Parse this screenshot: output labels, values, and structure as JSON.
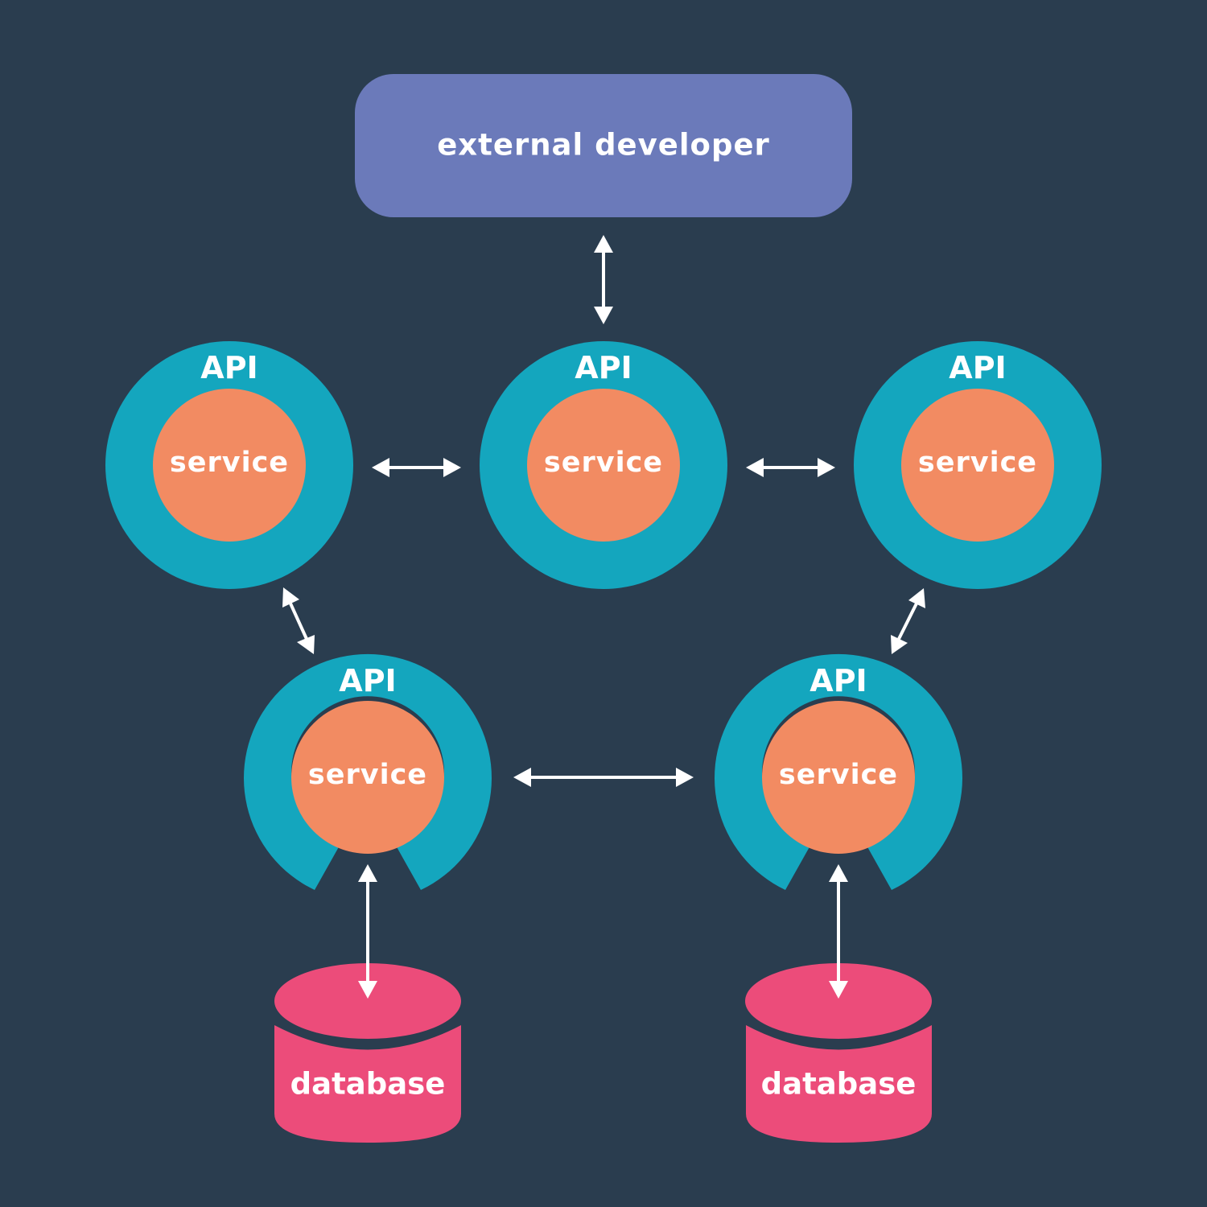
{
  "colors": {
    "background": "#2a3d4f",
    "developer_box": "#6b7aba",
    "api_ring": "#14a6be",
    "service_core": "#f28b62",
    "database": "#ec4c7a",
    "arrow": "#ffffff",
    "text": "#ffffff"
  },
  "external_developer": {
    "label": "external developer"
  },
  "nodes": [
    {
      "id": "left",
      "api_label": "API",
      "service_label": "service"
    },
    {
      "id": "center",
      "api_label": "API",
      "service_label": "service"
    },
    {
      "id": "right",
      "api_label": "API",
      "service_label": "service"
    },
    {
      "id": "bottom-left",
      "api_label": "API",
      "service_label": "service"
    },
    {
      "id": "bottom-right",
      "api_label": "API",
      "service_label": "service"
    }
  ],
  "databases": [
    {
      "id": "db-left",
      "label": "database"
    },
    {
      "id": "db-right",
      "label": "database"
    }
  ],
  "connections": [
    {
      "from": "external-developer",
      "to": "center",
      "direction": "bidirectional"
    },
    {
      "from": "left",
      "to": "center",
      "direction": "bidirectional"
    },
    {
      "from": "center",
      "to": "right",
      "direction": "bidirectional"
    },
    {
      "from": "left",
      "to": "bottom-left",
      "direction": "bidirectional"
    },
    {
      "from": "right",
      "to": "bottom-right",
      "direction": "bidirectional"
    },
    {
      "from": "bottom-left",
      "to": "bottom-right",
      "direction": "bidirectional"
    },
    {
      "from": "bottom-left",
      "to": "db-left",
      "direction": "bidirectional"
    },
    {
      "from": "bottom-right",
      "to": "db-right",
      "direction": "bidirectional"
    }
  ]
}
